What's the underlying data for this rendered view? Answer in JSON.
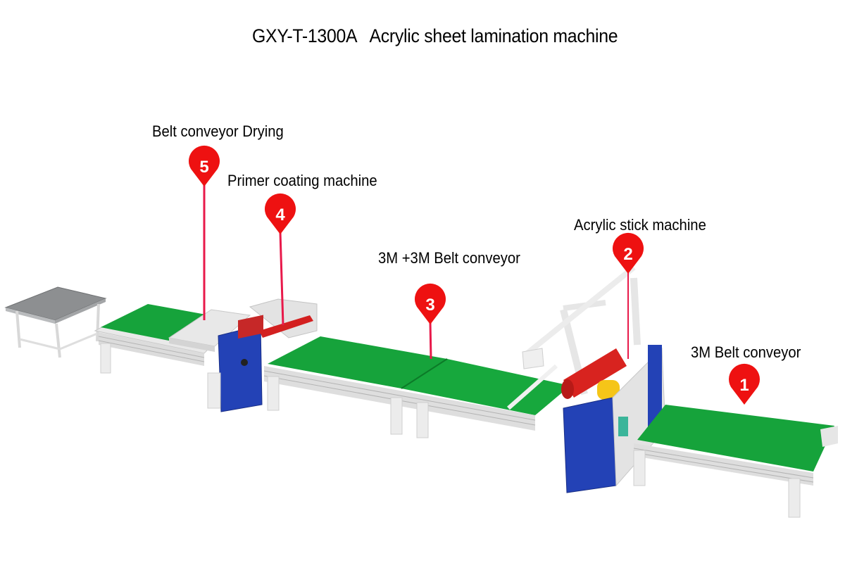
{
  "title": "GXY-T-1300A   Acrylic sheet lamination machine",
  "colors": {
    "pin": "#ee1111",
    "leader": "#e8194a",
    "belt": "#15a23a",
    "belt_dark": "#0c7a28",
    "frame": "#e6e6e6",
    "cabinet": "#1f3fb0",
    "roller": "#d8231f",
    "tank": "#f5c518"
  },
  "stations": [
    {
      "number": "1",
      "label": "3M Belt conveyor",
      "icon": "map-pin-icon"
    },
    {
      "number": "2",
      "label": "Acrylic stick machine",
      "icon": "map-pin-icon"
    },
    {
      "number": "3",
      "label": "3M +3M Belt conveyor",
      "icon": "map-pin-icon"
    },
    {
      "number": "4",
      "label": "Primer coating machine",
      "icon": "map-pin-icon"
    },
    {
      "number": "5",
      "label": "Belt conveyor Drying",
      "icon": "map-pin-icon"
    }
  ]
}
